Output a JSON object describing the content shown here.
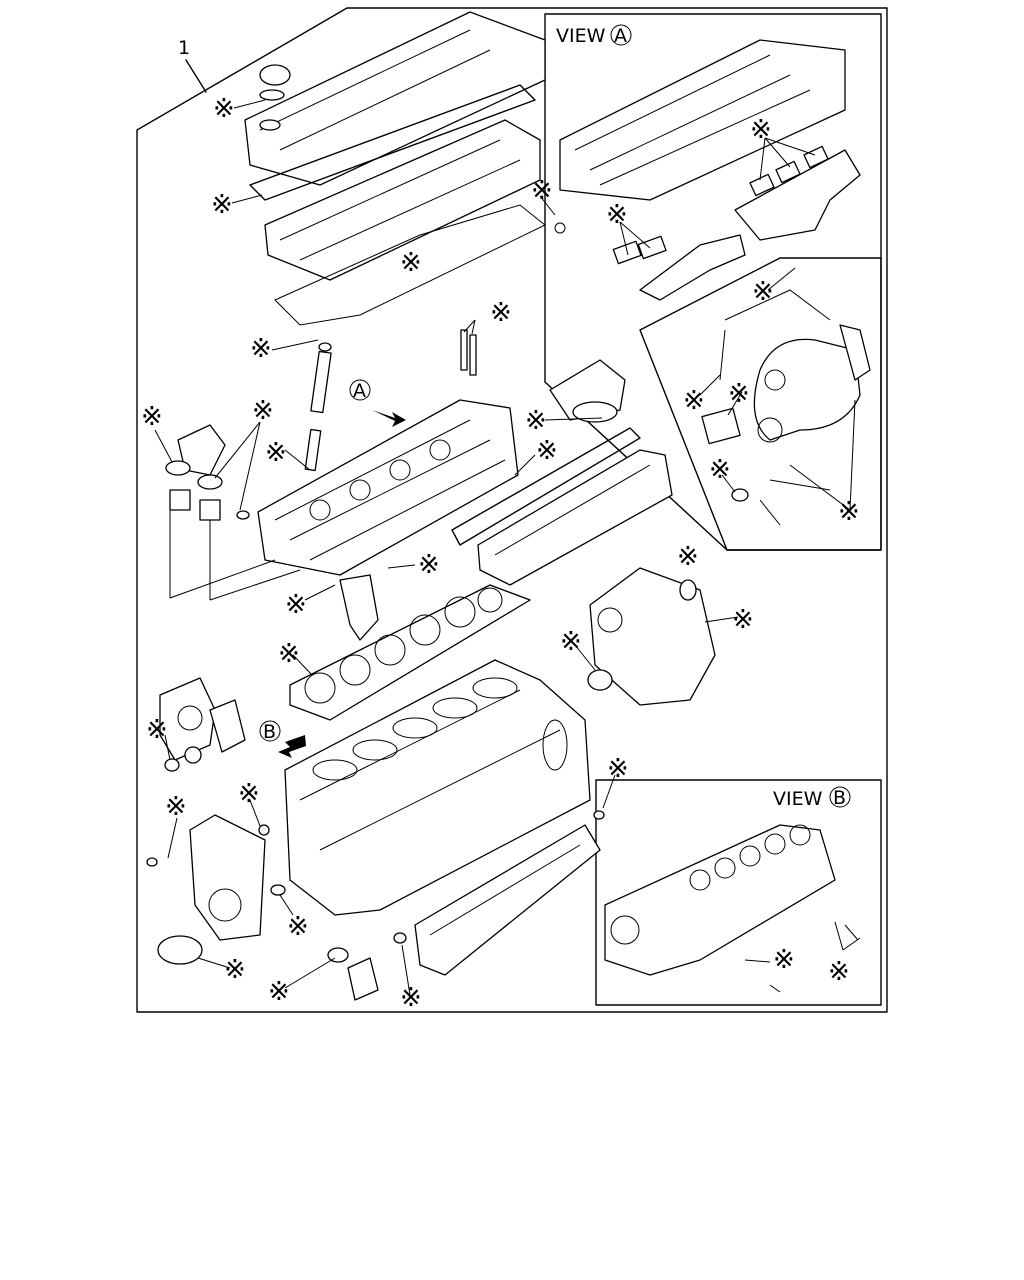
{
  "diagram": {
    "callout_number": "1",
    "view_a": {
      "prefix": "VIEW",
      "letter": "A"
    },
    "view_b": {
      "prefix": "VIEW",
      "letter": "B"
    },
    "marker_a": "A",
    "marker_b": "B",
    "asterisk": "※"
  }
}
